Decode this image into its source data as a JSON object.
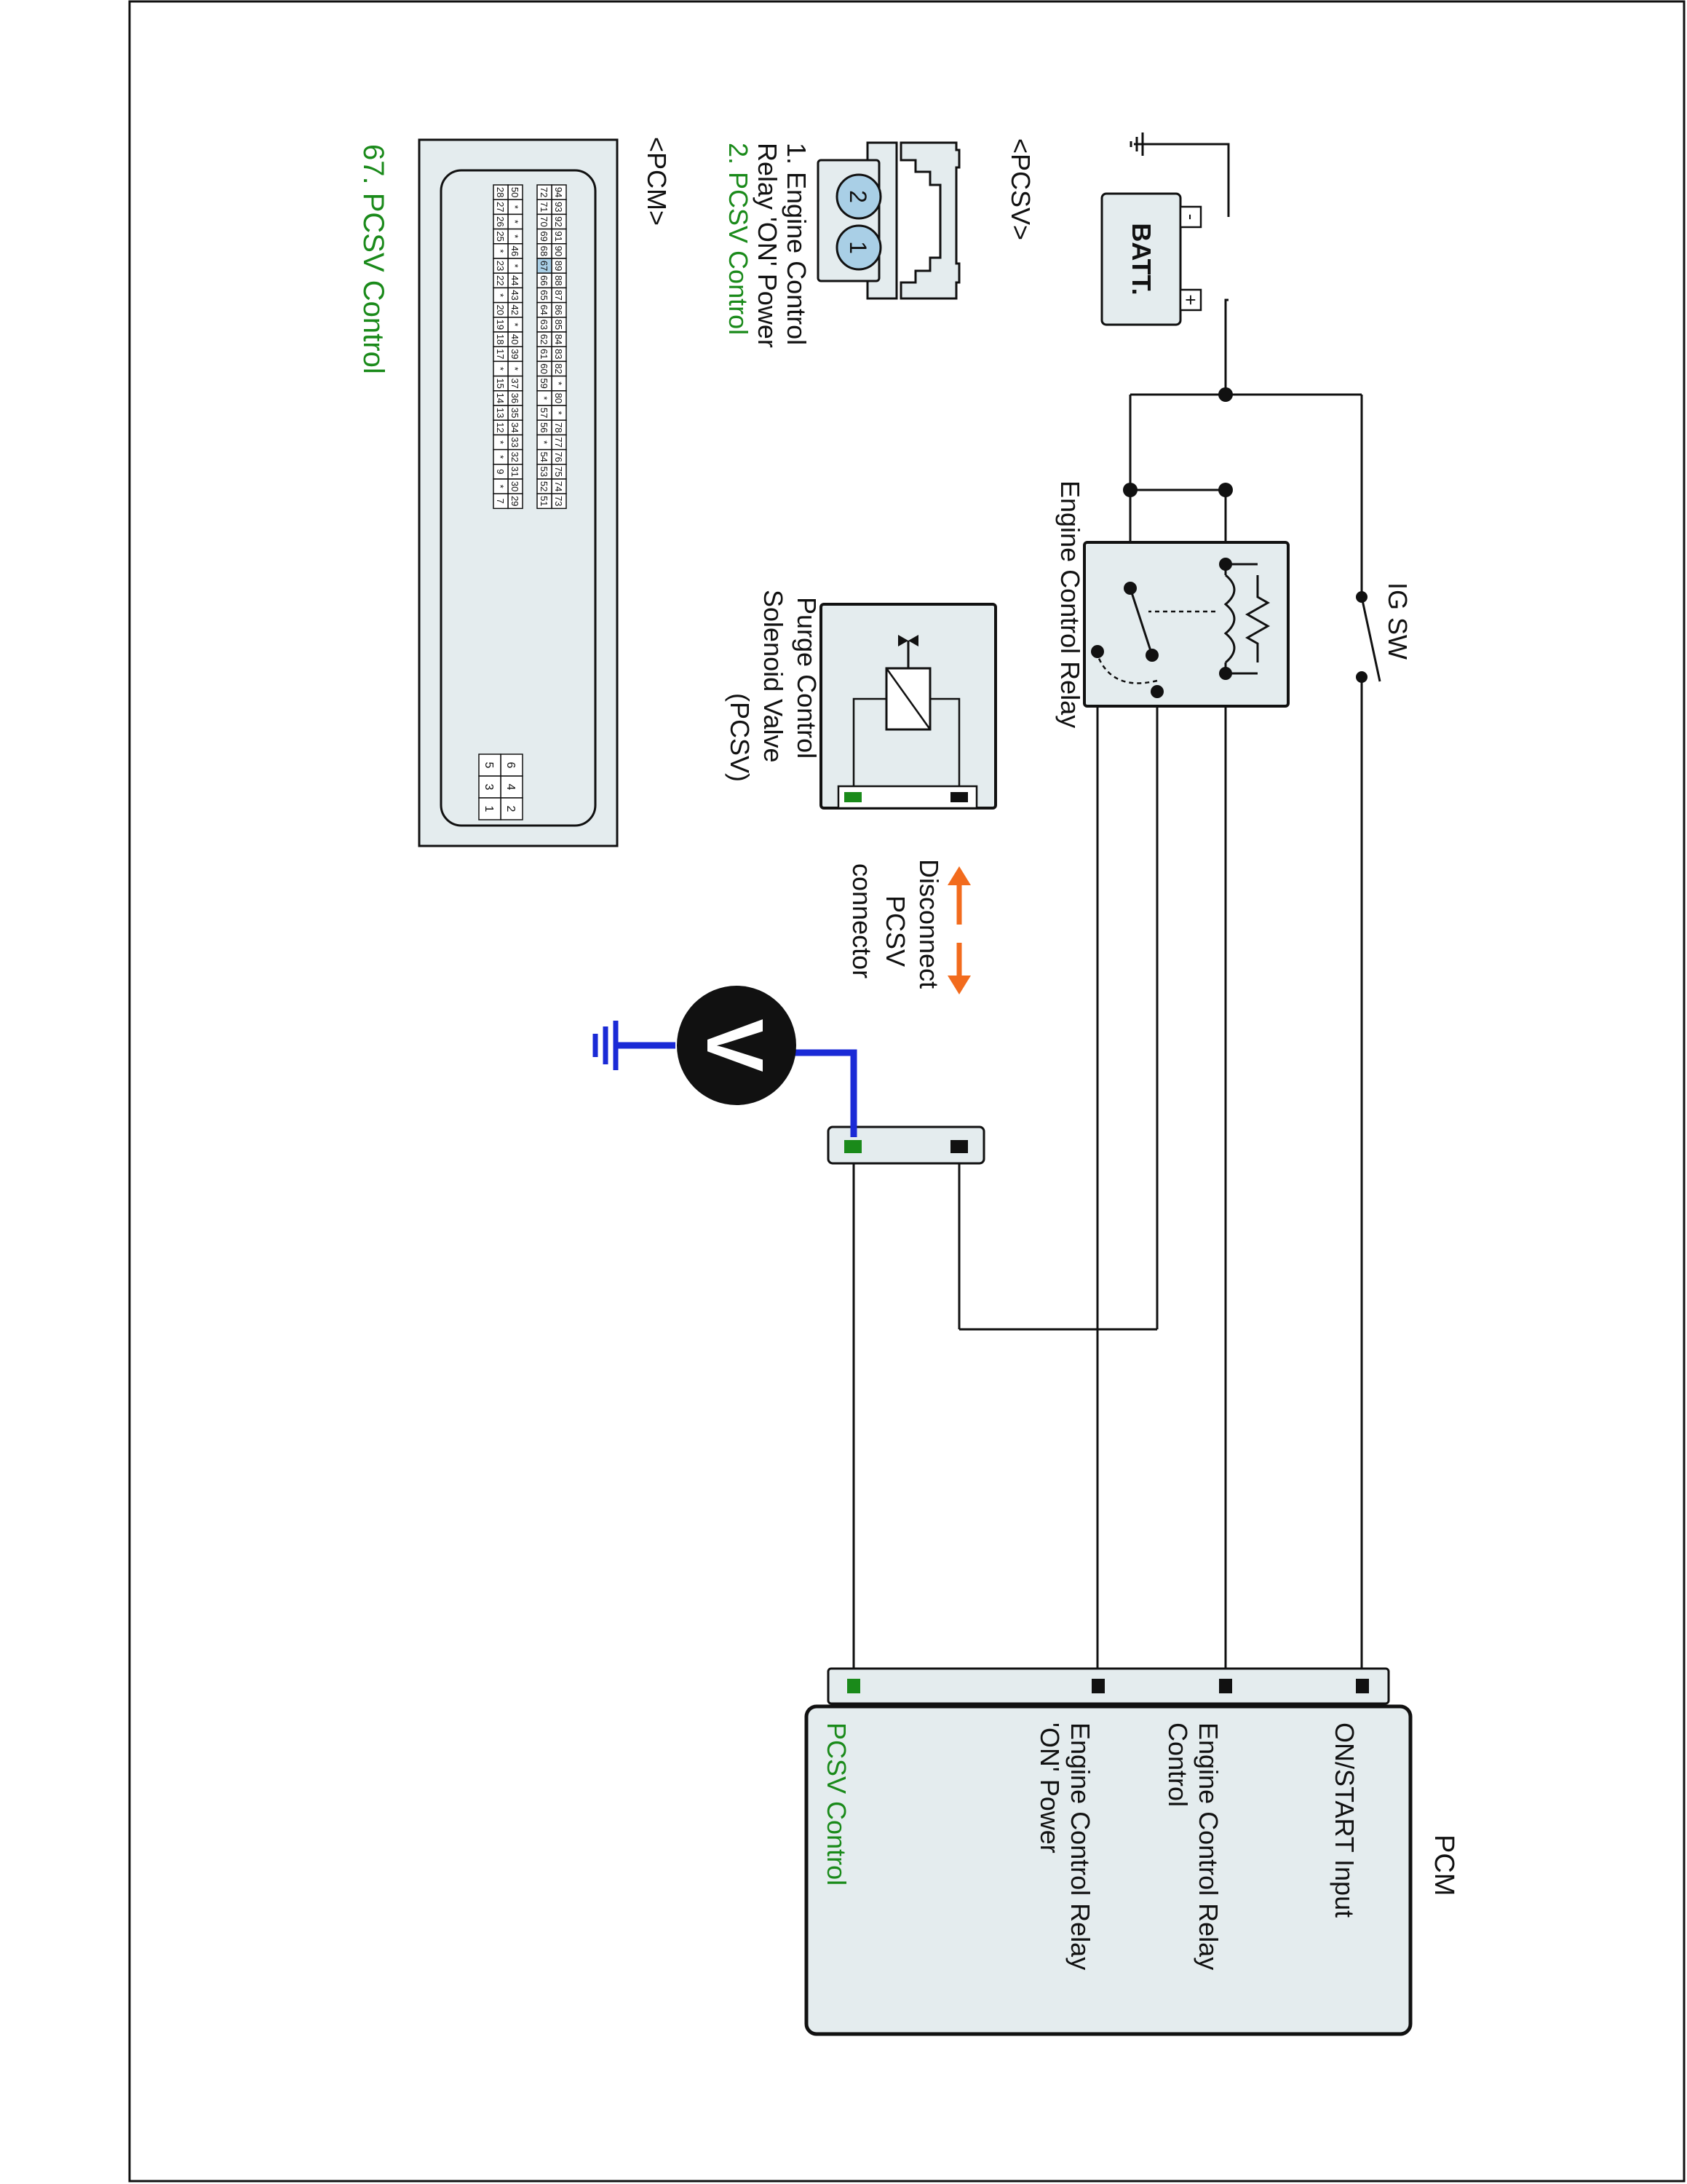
{
  "colors": {
    "wire": "#111111",
    "green": "#1a8a1a",
    "box_fill": "#e4ecee",
    "meter_wire": "#1a2ad6",
    "arrow": "#f26b1d",
    "highlight_pin": "#a9cfe6"
  },
  "labels": {
    "batt": "BATT.",
    "batt_minus": "-",
    "batt_plus": "+",
    "ig_sw": "IG SW",
    "relay": "Engine Control Relay",
    "pcsv_line1": "Purge Control",
    "pcsv_line2": "Solenoid Valve",
    "pcsv_line3": "(PCSV)",
    "disconnect_line1": "Disconnect",
    "disconnect_line2": "PCSV",
    "disconnect_line3": "connector",
    "voltmeter": "V",
    "pcm_title": "PCM"
  },
  "pcm_pins": [
    {
      "label_lines": [
        "ON/START Input"
      ],
      "color": "black"
    },
    {
      "label_lines": [
        "Engine Control Relay",
        "Control"
      ],
      "color": "black"
    },
    {
      "label_lines": [
        "Engine Control Relay",
        "'ON' Power"
      ],
      "color": "black"
    },
    {
      "label_lines": [
        "PCSV Control"
      ],
      "color": "green"
    }
  ],
  "pcsv_connector": {
    "title": "<PCSV>",
    "pin_numbers": [
      "1",
      "2"
    ],
    "legend": [
      {
        "lines": [
          "1. Engine Control",
          "Relay 'ON' Power"
        ],
        "color": "black"
      },
      {
        "lines": [
          "2. PCSV Control"
        ],
        "color": "green"
      }
    ]
  },
  "pcm_connector": {
    "title": "<PCM>",
    "caption": "67. PCSV Control",
    "highlight": "67",
    "rows": [
      [
        "94",
        "93",
        "92",
        "91",
        "90",
        "89",
        "88",
        "87",
        "86",
        "85",
        "84",
        "83",
        "82",
        "*",
        "80",
        "*",
        "78",
        "77",
        "76",
        "75",
        "74",
        "73"
      ],
      [
        "72",
        "71",
        "70",
        "69",
        "68",
        "67",
        "66",
        "65",
        "64",
        "63",
        "62",
        "61",
        "60",
        "59",
        "*",
        "57",
        "56",
        "*",
        "54",
        "53",
        "52",
        "51"
      ],
      [
        "50",
        "*",
        "*",
        "*",
        "46",
        "*",
        "44",
        "43",
        "42",
        "*",
        "40",
        "39",
        "*",
        "37",
        "36",
        "35",
        "34",
        "33",
        "32",
        "31",
        "30",
        "29"
      ],
      [
        "28",
        "27",
        "26",
        "25",
        "*",
        "23",
        "22",
        "*",
        "20",
        "19",
        "18",
        "17",
        "*",
        "15",
        "14",
        "13",
        "12",
        "*",
        "*",
        "9",
        "*",
        "7"
      ]
    ],
    "small_block": [
      [
        "6",
        "5"
      ],
      [
        "4",
        "3"
      ],
      [
        "2",
        "1"
      ]
    ]
  }
}
